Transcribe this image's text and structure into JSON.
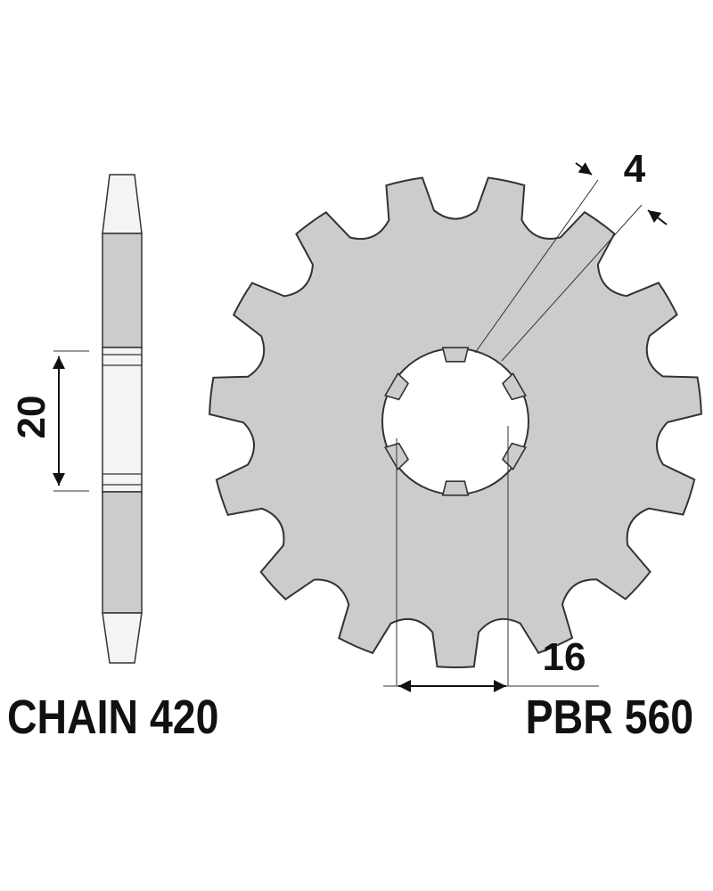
{
  "dimensions": {
    "hub_width": "20",
    "tooth_thickness": "4",
    "spline_diameter": "16"
  },
  "labels": {
    "chain": "CHAIN 420",
    "part_number": "PBR 560"
  },
  "sprocket": {
    "teeth": 15
  },
  "colors": {
    "fill": "#cccccc",
    "light_fill": "#f2f2f2",
    "stroke": "#333333",
    "text": "#111111"
  }
}
